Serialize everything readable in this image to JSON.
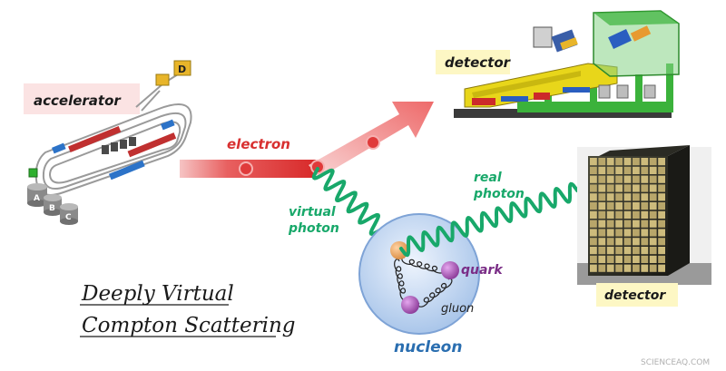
{
  "labels": {
    "accelerator": "accelerator",
    "electron": "electron",
    "detector_top": "detector",
    "detector_bottom": "detector",
    "virtual_photon": [
      "virtual",
      "photon"
    ],
    "real_photon": [
      "real",
      "photon"
    ],
    "quark": "quark",
    "gluon": "gluon",
    "nucleon": "nucleon",
    "title_line1": "Deeply Virtual",
    "title_line2": "Compton Scattering",
    "watermark": "SCIENCEAQ.COM",
    "hall_letters": [
      "A",
      "B",
      "C"
    ],
    "hall_d": "D"
  },
  "colors": {
    "label_box_pink": "#fbe3e3",
    "label_box_yellow": "#fdf7c4",
    "electron_red": "#e03838",
    "photon_green": "#18a86a",
    "nucleon_blue": "#cfe0f7",
    "nucleon_text": "#2a6eb0",
    "quark_purple": "#7a2d86",
    "quark_orange": "#e89a55",
    "magnet_yellow": "#e8d61a",
    "detector_green": "#3bb23b"
  }
}
